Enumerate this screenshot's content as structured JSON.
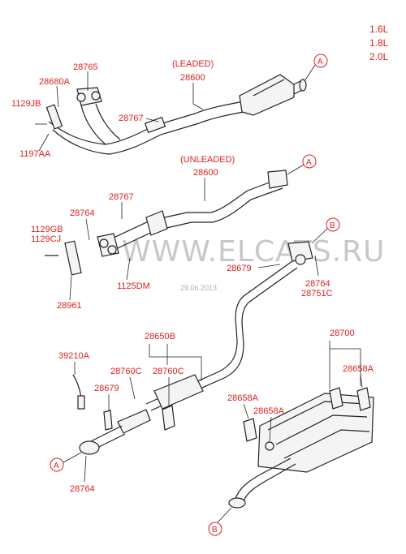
{
  "engines": [
    "1.6L",
    "1.8L",
    "2.0L"
  ],
  "watermark": "WWW.ELCATS.RU",
  "date": "29.06.2013",
  "refs": {
    "a": "A",
    "b": "B"
  },
  "leaded": {
    "title": "(LEADED)",
    "part": "28600"
  },
  "unleaded": {
    "title": "(UNLEADED)",
    "part": "28600"
  },
  "labels": {
    "p28765": "28765",
    "p28680A": "28680A",
    "p1129JB": "1129JB",
    "p28767_top": "28767",
    "p1197AA": "1197AA",
    "p28767_mid": "28767",
    "p28764_mid": "28764",
    "p1129GB": "1129GB",
    "p1129CJ": "1129CJ",
    "p1125DM": "1125DM",
    "p28961": "28961",
    "p28679_mid": "28679",
    "p28764_right": "28764",
    "p28751C": "28751C",
    "p28650B": "28650B",
    "p39210A": "39210A",
    "p28760C_1": "28760C",
    "p28760C_2": "28760C",
    "p28679_low": "28679",
    "p28764_low": "28764",
    "p28700": "28700",
    "p28658A_1": "28658A",
    "p28658A_2": "28658A",
    "p28658A_3": "28658A"
  }
}
